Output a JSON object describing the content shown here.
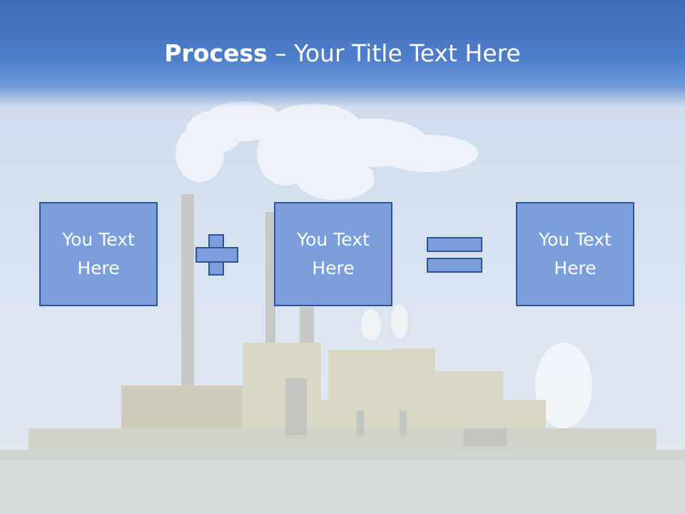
{
  "slide": {
    "title_bold": "Process",
    "title_rest": " – Your Title Text Here"
  },
  "process": {
    "boxes": [
      {
        "text": "You Text Here"
      },
      {
        "text": "You Text Here"
      },
      {
        "text": "You Text Here"
      }
    ],
    "operators": [
      "plus-icon",
      "equals-icon"
    ]
  },
  "colors": {
    "header": "#4e7fcc",
    "box_fill": "#7a9fdc",
    "box_border": "#2f5597",
    "text": "#ffffff"
  }
}
